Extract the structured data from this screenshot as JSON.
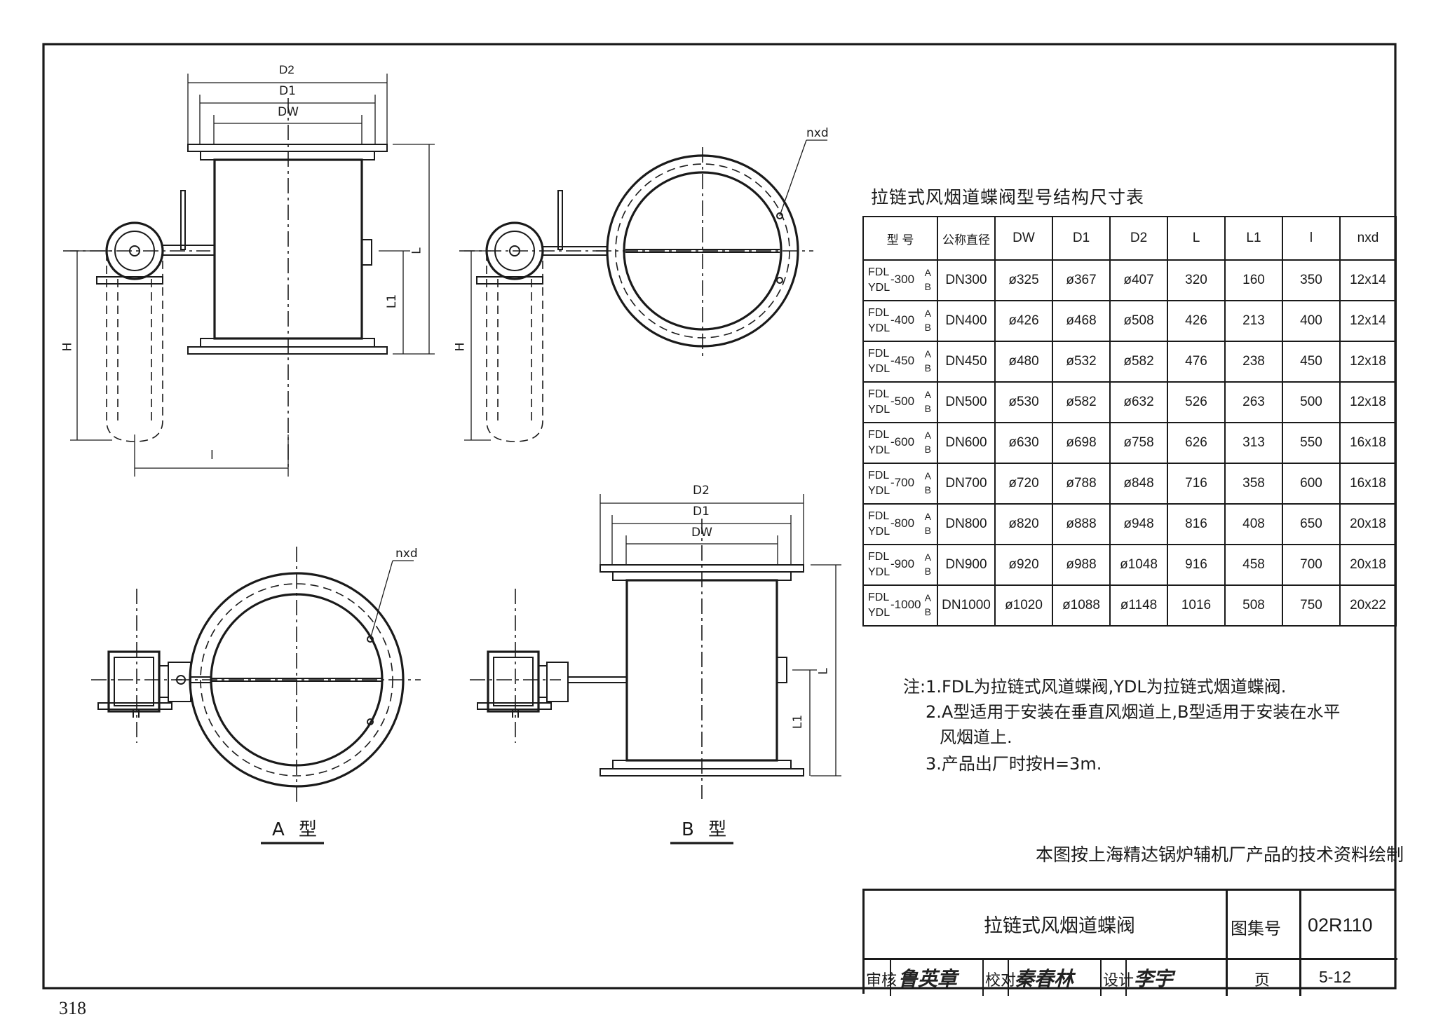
{
  "page_number": "318",
  "views": {
    "a_label": "A 型",
    "b_label": "B 型"
  },
  "dims": {
    "d2": "D2",
    "d1": "D1",
    "dw": "DW",
    "L": "L",
    "L1": "L1",
    "H": "H",
    "l": "l",
    "nxd": "nxd"
  },
  "table": {
    "title": "拉链式风烟道蝶阀型号结构尺寸表",
    "headers": [
      "型  号",
      "公称直径",
      "DW",
      "D1",
      "D2",
      "L",
      "L1",
      "l",
      "nxd"
    ],
    "model_prefix_top": "FDL",
    "model_prefix_bottom": "YDL",
    "model_suffix_top": "A",
    "model_suffix_bottom": "B",
    "rows": [
      {
        "model": "-300",
        "dn": "DN300",
        "dw": "ø325",
        "d1": "ø367",
        "d2": "ø407",
        "L": "320",
        "L1": "160",
        "l": "350",
        "nxd": "12x14"
      },
      {
        "model": "-400",
        "dn": "DN400",
        "dw": "ø426",
        "d1": "ø468",
        "d2": "ø508",
        "L": "426",
        "L1": "213",
        "l": "400",
        "nxd": "12x14"
      },
      {
        "model": "-450",
        "dn": "DN450",
        "dw": "ø480",
        "d1": "ø532",
        "d2": "ø582",
        "L": "476",
        "L1": "238",
        "l": "450",
        "nxd": "12x18"
      },
      {
        "model": "-500",
        "dn": "DN500",
        "dw": "ø530",
        "d1": "ø582",
        "d2": "ø632",
        "L": "526",
        "L1": "263",
        "l": "500",
        "nxd": "12x18"
      },
      {
        "model": "-600",
        "dn": "DN600",
        "dw": "ø630",
        "d1": "ø698",
        "d2": "ø758",
        "L": "626",
        "L1": "313",
        "l": "550",
        "nxd": "16x18"
      },
      {
        "model": "-700",
        "dn": "DN700",
        "dw": "ø720",
        "d1": "ø788",
        "d2": "ø848",
        "L": "716",
        "L1": "358",
        "l": "600",
        "nxd": "16x18"
      },
      {
        "model": "-800",
        "dn": "DN800",
        "dw": "ø820",
        "d1": "ø888",
        "d2": "ø948",
        "L": "816",
        "L1": "408",
        "l": "650",
        "nxd": "20x18"
      },
      {
        "model": "-900",
        "dn": "DN900",
        "dw": "ø920",
        "d1": "ø988",
        "d2": "ø1048",
        "L": "916",
        "L1": "458",
        "l": "700",
        "nxd": "20x18"
      },
      {
        "model": "-1000",
        "dn": "DN1000",
        "dw": "ø1020",
        "d1": "ø1088",
        "d2": "ø1148",
        "L": "1016",
        "L1": "508",
        "l": "750",
        "nxd": "20x22"
      }
    ]
  },
  "notes": {
    "n1": "注:1.FDL为拉链式风道蝶阀,YDL为拉链式烟道蝶阀.",
    "n2a": "2.A型适用于安装在垂直风烟道上,B型适用于安装在水平",
    "n2b": "风烟道上.",
    "n3": "3.产品出厂时按H=3m."
  },
  "credit": "本图按上海精达锅炉辅机厂产品的技术资料绘制",
  "title_block": {
    "drawing_title": "拉链式风烟道蝶阀",
    "atlas_label": "图集号",
    "atlas_value": "02R110",
    "review_label": "审核",
    "check_label": "校对",
    "design_label": "设计",
    "page_label": "页",
    "page_value": "5-12",
    "review_signature": "鲁英章",
    "check_signature": "秦春林",
    "design_signature": "李宇"
  }
}
